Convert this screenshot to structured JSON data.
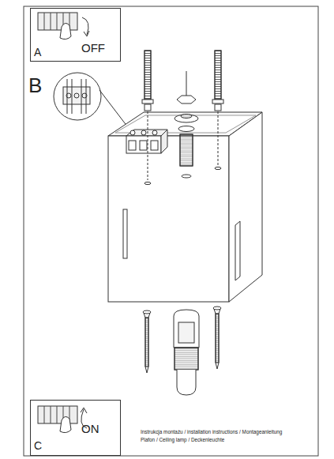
{
  "diagram": {
    "nodes": [
      {
        "text": [
          "A",
          "OFF"
        ]
      },
      {
        "text": [
          "C",
          "ON"
        ]
      }
    ],
    "labels": [
      "B",
      "Instrukcja montażu / installation instructions / Montageanleitung",
      "Plafon / Ceiling lamp / Deckenleuchte"
    ]
  }
}
